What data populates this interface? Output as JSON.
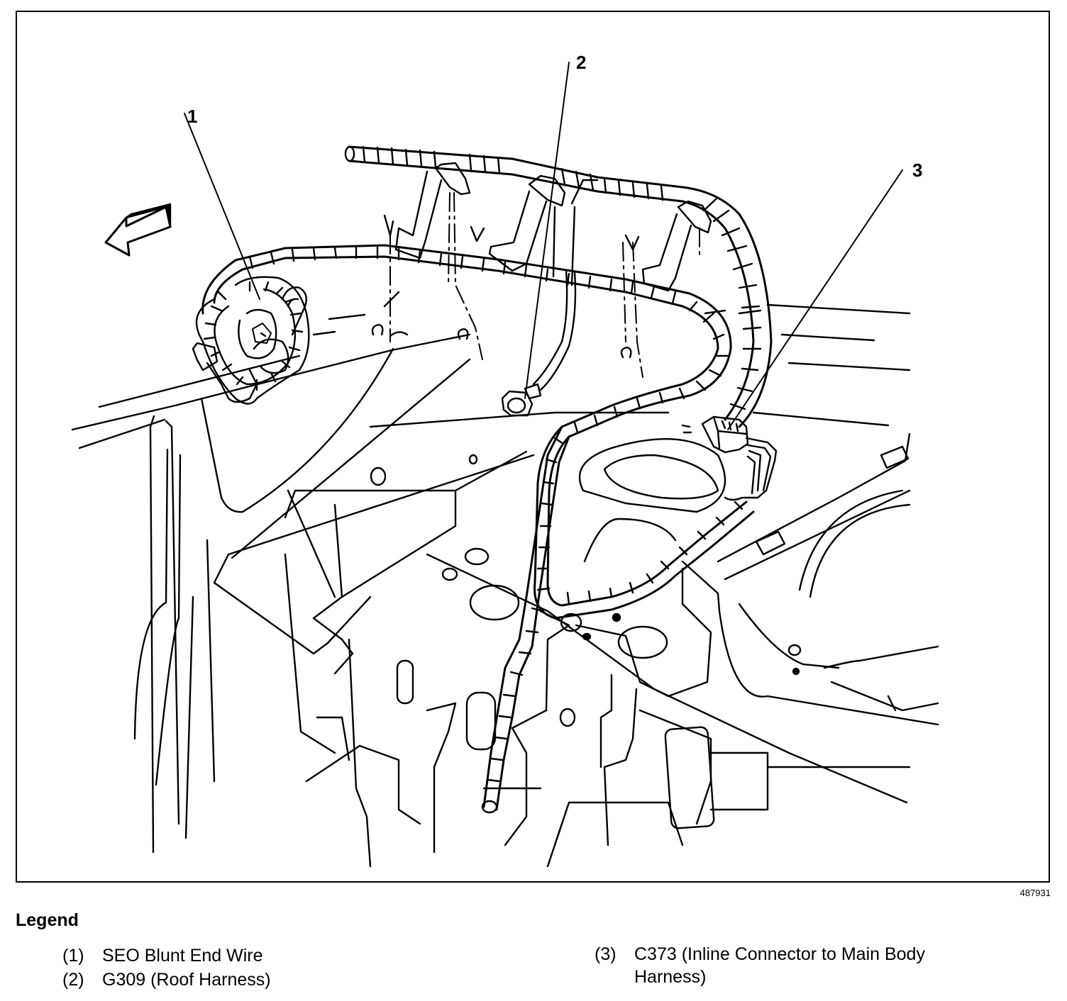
{
  "callouts": {
    "c1": "1",
    "c2": "2",
    "c3": "3"
  },
  "figure_id": "487931",
  "legend": {
    "title": "Legend",
    "items": [
      {
        "number": "(1)",
        "text": "SEO Blunt End Wire"
      },
      {
        "number": "(2)",
        "text": "G309 (Roof Harness)"
      },
      {
        "number": "(3)",
        "text": "C373 (Inline Connector to Main Body\nHarness)"
      }
    ]
  },
  "colors": {
    "line": "#000000",
    "background": "#ffffff"
  }
}
